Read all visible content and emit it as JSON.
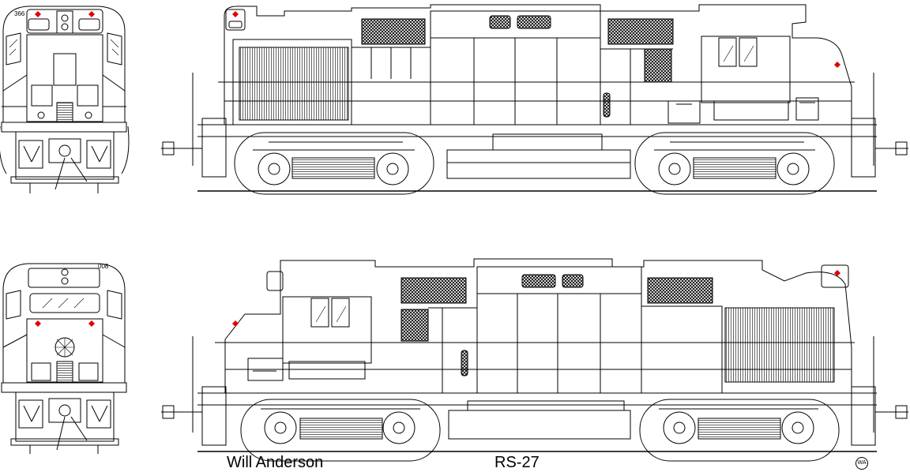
{
  "drawing": {
    "author": "Will Anderson",
    "model": "RS-27",
    "monogram": "WA",
    "front_unit_number": "366",
    "rear_unit_number": "008",
    "colors": {
      "line": "#000000",
      "background": "#ffffff",
      "marker_light": "#e00000"
    }
  }
}
